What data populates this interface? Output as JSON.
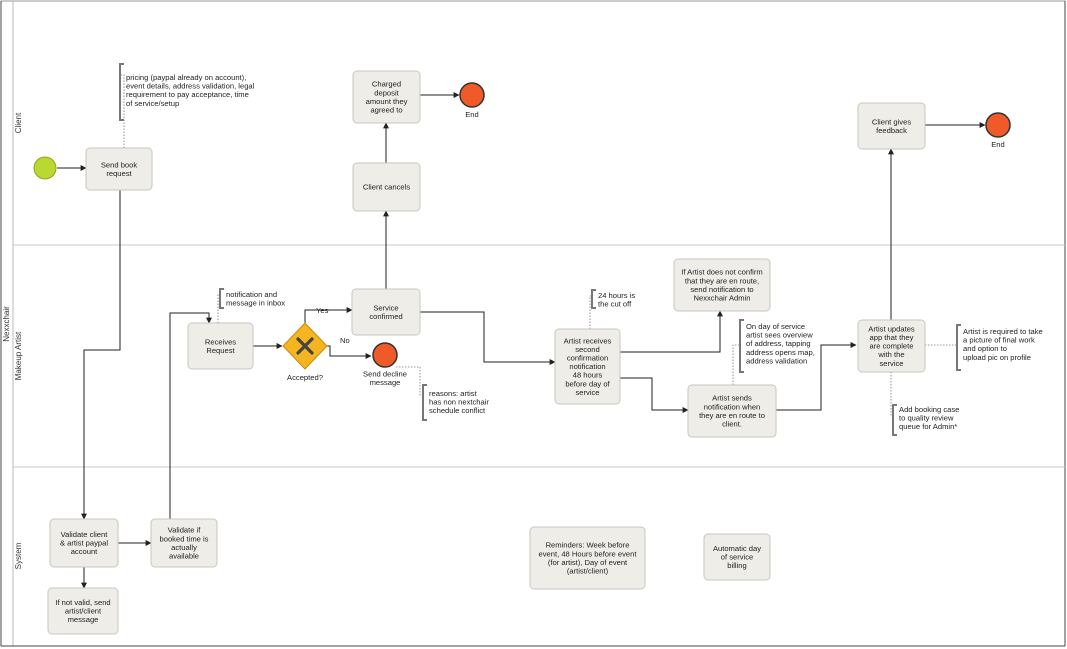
{
  "pool": {
    "label": "Nexxchair"
  },
  "lanes": [
    {
      "id": "client",
      "label": "Client"
    },
    {
      "id": "artist",
      "label": "Makeup Artist"
    },
    {
      "id": "system",
      "label": "System"
    }
  ],
  "tasks": {
    "send_book_request": [
      "Send book",
      "request"
    ],
    "charged_deposit": [
      "Charged",
      "deposit",
      "amount they",
      "agreed to"
    ],
    "client_cancels": [
      "Client cancels"
    ],
    "client_gives_feedback": [
      "Client gives",
      "feedback"
    ],
    "receives_request": [
      "Receives",
      "Request"
    ],
    "service_confirmed": [
      "Service",
      "confirmed"
    ],
    "artist_second_notification": [
      "Artist receives",
      "second",
      "confirmation",
      "notification",
      "48 hours",
      "before day of",
      "service"
    ],
    "artist_not_confirm": [
      "If Artist does not confirm",
      "that they are en route,",
      "send notification to",
      "Nexxchair Admin"
    ],
    "artist_sends_notification": [
      "Artist sends",
      "notification when",
      "they are en route to",
      "client."
    ],
    "artist_updates_app": [
      "Artist updates",
      "app that they",
      "are complete",
      "with the",
      "service"
    ],
    "validate_accounts": [
      "Validate client",
      "& artist paypal",
      "account"
    ],
    "validate_time": [
      "Validate if",
      "booked time is",
      "actually",
      "available"
    ],
    "not_valid_message": [
      "If not valid, send",
      "artist/client",
      "message"
    ],
    "reminders": [
      "Reminders: Week before",
      "event, 48 Hours before event",
      "(for artist), Day of event",
      "(artist/client)"
    ],
    "automatic_billing": [
      "Automatic day",
      "of service",
      "billing"
    ]
  },
  "events": {
    "end_after_deposit": "End",
    "end_after_feedback": "End",
    "send_decline": [
      "Send decline",
      "message"
    ]
  },
  "gateway": {
    "label": "Accepted?",
    "yes": "Yes",
    "no": "No"
  },
  "annotations": {
    "pricing": [
      "pricing (paypal already on account),",
      "event details, address validation, legal",
      "requirement to pay acceptance, time",
      "of service/setup"
    ],
    "notification_inbox": [
      "notification and",
      "message in inbox"
    ],
    "reasons": [
      "reasons: artist",
      "has non nextchair",
      "schedule conflict"
    ],
    "cutoff": [
      "24 hours is",
      "the cut off"
    ],
    "overview": [
      "On day of service",
      "artist sees overview",
      "of address, tapping",
      "address opens map,",
      "address validation"
    ],
    "picture": [
      "Artist is required to take",
      "a picture of final work",
      "and option to",
      "upload pic on profile"
    ],
    "admin_queue": [
      "Add booking case",
      "to quality review",
      "queue for Admin*"
    ]
  },
  "colors": {
    "task_fill": "#efede8",
    "task_stroke": "#c9c6bf",
    "start_fill": "#b9d832",
    "end_fill": "#f05a28",
    "gateway_fill": "#f5b521",
    "lane_line": "#c8c8c8",
    "flow": "#222222"
  }
}
